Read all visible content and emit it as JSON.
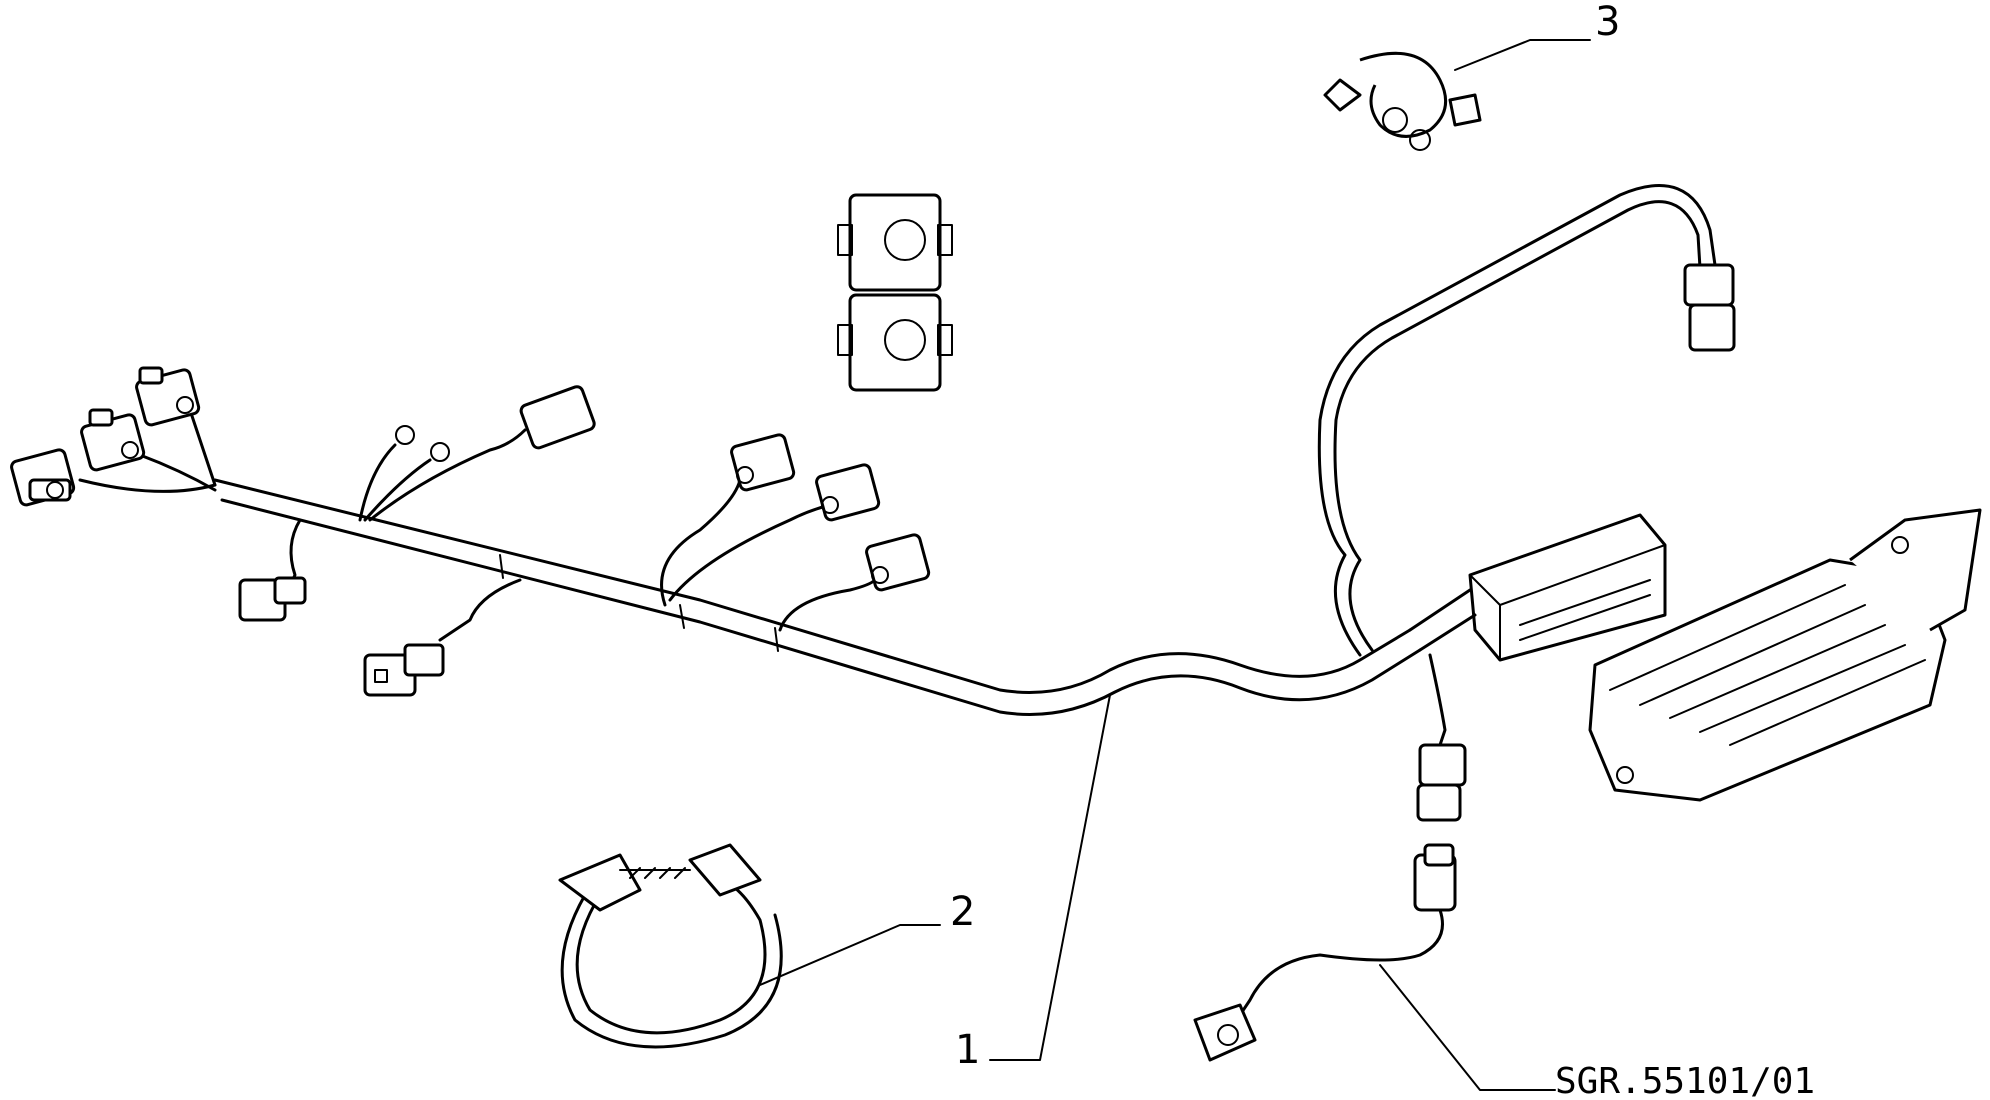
{
  "callouts": [
    {
      "id": "1",
      "label": "1"
    },
    {
      "id": "2",
      "label": "2"
    },
    {
      "id": "3",
      "label": "3"
    }
  ],
  "reference_code": "SGR.55101/01"
}
